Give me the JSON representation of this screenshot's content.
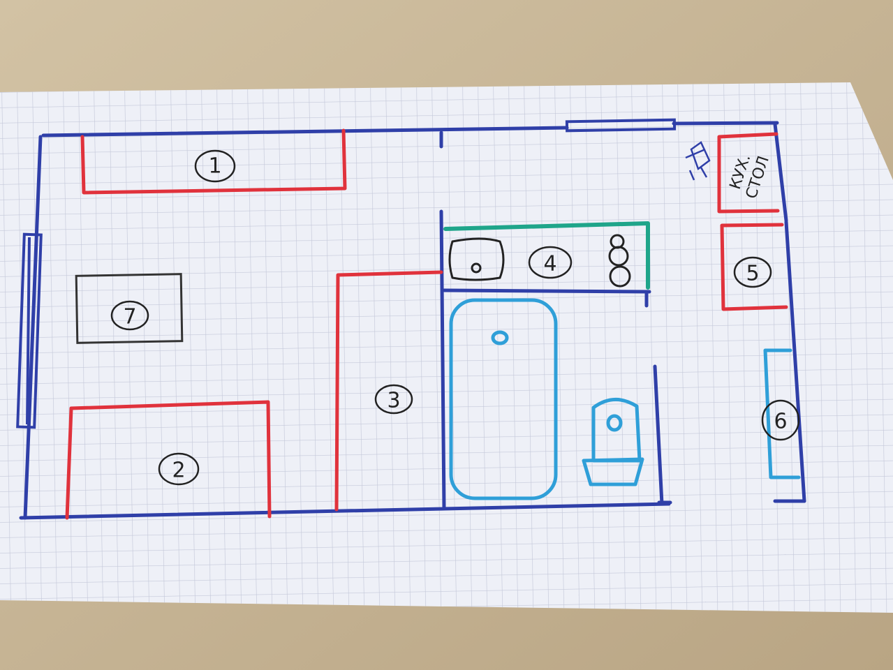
{
  "plan": {
    "labels": {
      "item1": "1",
      "item2": "2",
      "item3": "3",
      "item4": "4",
      "item5": "5",
      "item6": "6",
      "item7": "7"
    },
    "kitchen_table": {
      "line1": "КУХ.",
      "line2": "СТОЛ"
    }
  },
  "colors": {
    "wall": "#2f3fa8",
    "furniture": "#e0323c",
    "counter": "#1fa58a",
    "plumbing": "#2f9fd8",
    "ink": "#222222",
    "paper": "#eef0f7",
    "grid": "#c4c8d9",
    "table_surface": "#c9b79a"
  }
}
